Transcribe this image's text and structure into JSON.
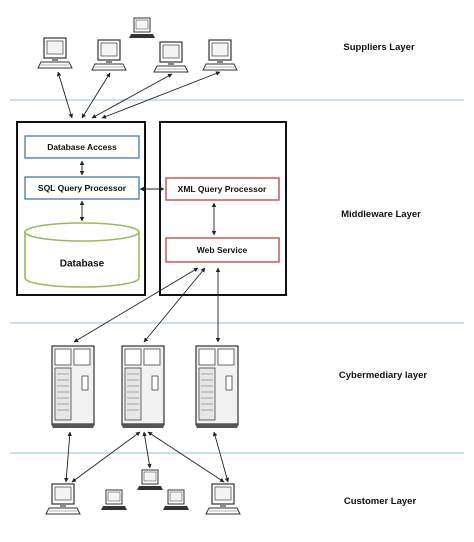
{
  "layers": {
    "suppliers": "Suppliers Layer",
    "middleware": "Middleware Layer",
    "cybermediary": "Cybermediary layer",
    "customer": "Customer Layer"
  },
  "middleware": {
    "database_access": "Database Access",
    "sql_query_processor": "SQL Query Processor",
    "database": "Database",
    "xml_query_processor": "XML Query Processor",
    "web_service": "Web Service"
  },
  "colors": {
    "separator": "#a9cfe3",
    "db_access_border": "#4f81bd",
    "xml_border": "#c0504d",
    "database_border": "#9bbb59"
  },
  "icons": [
    "desktop-computer-icon",
    "server-tower-icon"
  ]
}
